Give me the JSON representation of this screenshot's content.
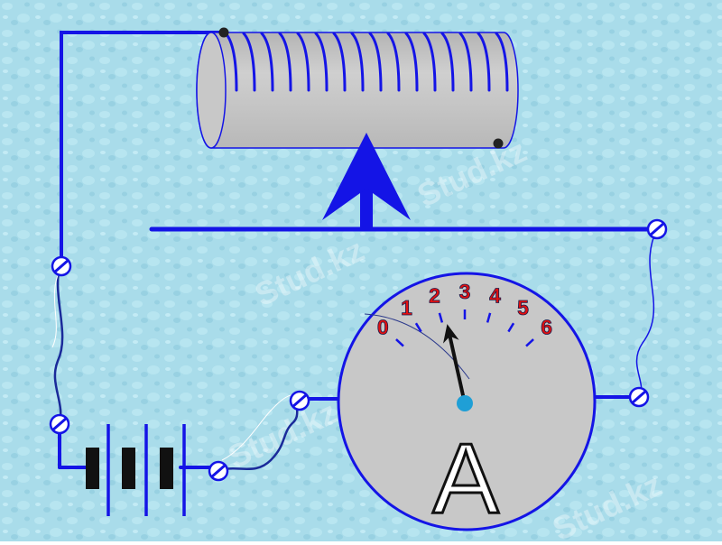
{
  "diagram": {
    "ammeter": {
      "symbol": "A",
      "scale_labels": [
        "0",
        "1",
        "2",
        "3",
        "4",
        "5",
        "6"
      ],
      "needle_value": 2.2
    },
    "watermark": "Stud.kz",
    "colors": {
      "wire": "#1414e6",
      "face": "#c8c8c8",
      "scale_numbers": "#e11010",
      "needle": "#111111",
      "pivot": "#1f9fd6",
      "background": "#a9dcea"
    }
  }
}
